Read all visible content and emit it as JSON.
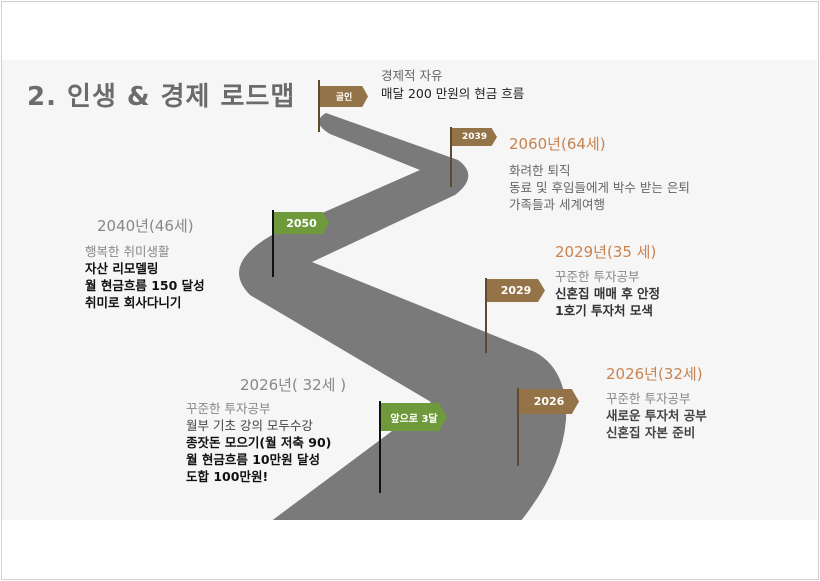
{
  "title": "2. 인생 & 경제 로드맵",
  "colors": {
    "road": "#7a7a7a",
    "brown_flag": "#947348",
    "green_flag": "#6f9a3c",
    "year_orange": "#c98350"
  },
  "flags": {
    "goal": "골인",
    "f2039": "2039",
    "f2050": "2050",
    "f2029": "2029",
    "f2026": "2026",
    "f3months": "앞으로 3달"
  },
  "milestones": {
    "goal": {
      "line1": "경제적 자유",
      "line2": "매달 200 만원의 현금 흐름"
    },
    "y2060": {
      "year": "2060년(64세)",
      "lines": [
        "화려한 퇴직",
        "동료 및 후임들에게 박수 받는 은퇴",
        "가족들과 세계여행"
      ]
    },
    "y2040": {
      "year": "2040년(46세)",
      "lines": [
        "행복한 취미생활",
        "자산 리모델링",
        "월 현금흐름 150 달성",
        "취미로 회사다니기"
      ]
    },
    "y2029": {
      "year": "2029년(35 세)",
      "lines": [
        "꾸준한 투자공부",
        "신혼집 매매 후 안정",
        "1호기 투자처 모색"
      ]
    },
    "y2026r": {
      "year": "2026년(32세)",
      "lines": [
        "꾸준한 투자공부",
        "새로운 투자처 공부",
        "신혼집 자본 준비"
      ]
    },
    "y2026l": {
      "year": "2026년( 32세 )",
      "lines": [
        "꾸준한 투자공부",
        "월부 기초 강의 모두수강",
        "종잣돈 모으기(월 저축 90)",
        "월 현금흐름 10만원 달성",
        "도합 100만원!"
      ]
    }
  }
}
